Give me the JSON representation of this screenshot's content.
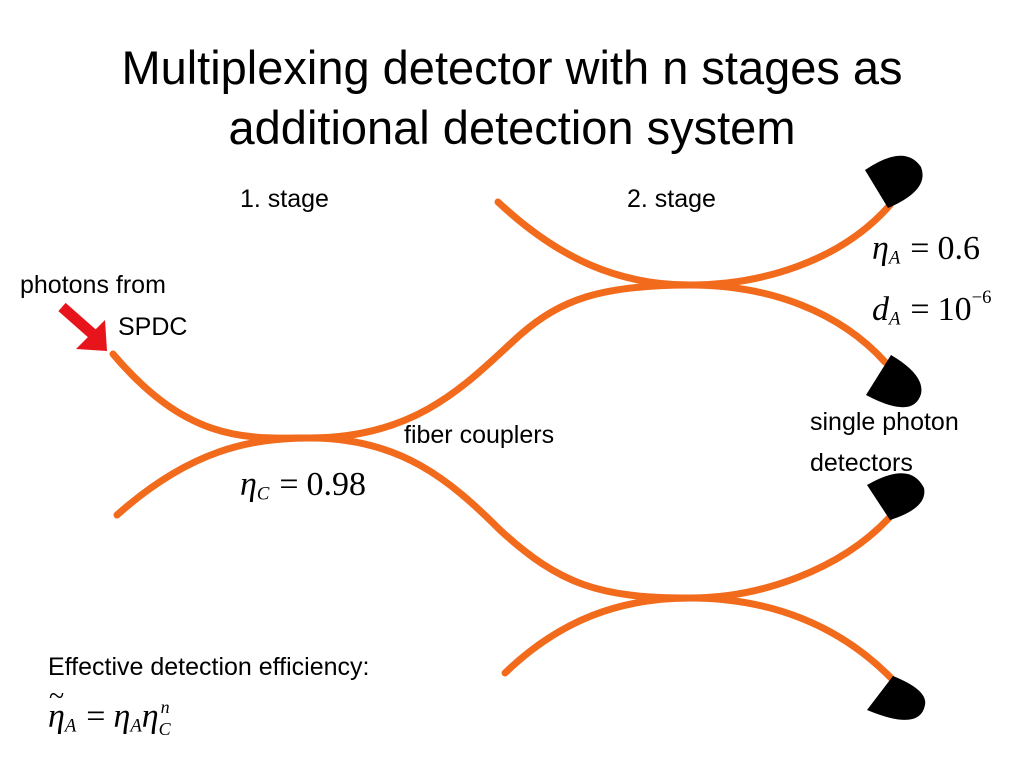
{
  "title": {
    "line1": "Multiplexing detector with n stages as",
    "line2": "additional detection system"
  },
  "labels": {
    "stage1": "1. stage",
    "stage2": "2. stage",
    "photons_line1": "photons from",
    "photons_line2": "SPDC",
    "fiber_couplers": "fiber couplers",
    "detectors_line1": "single photon",
    "detectors_line2": "detectors",
    "effective_efficiency": "Effective detection efficiency:"
  },
  "equations": {
    "eta_c": {
      "symbol": "η",
      "subscript": "C",
      "equals": "=",
      "value": "0.98"
    },
    "eta_a": {
      "symbol": "η",
      "subscript": "A",
      "equals": "=",
      "value": "0.6"
    },
    "d_a": {
      "symbol": "d",
      "subscript": "A",
      "equals": "=",
      "base": "10",
      "exponent": "−6"
    },
    "effective": {
      "lhs_symbol": "η",
      "lhs_subscript": "A",
      "equals": "=",
      "rhs_symbol1": "η",
      "rhs_subscript1": "A",
      "rhs_symbol2": "η",
      "rhs_subscript2": "C",
      "rhs_exponent": "n"
    }
  },
  "icons": {
    "input_arrow": "red-arrow-icon",
    "detector": "half-disc-detector-icon"
  },
  "colors": {
    "fiber": "#f26a1b",
    "arrow": "#e8141c",
    "detector": "#000000",
    "text": "#000000",
    "background": "#ffffff"
  }
}
